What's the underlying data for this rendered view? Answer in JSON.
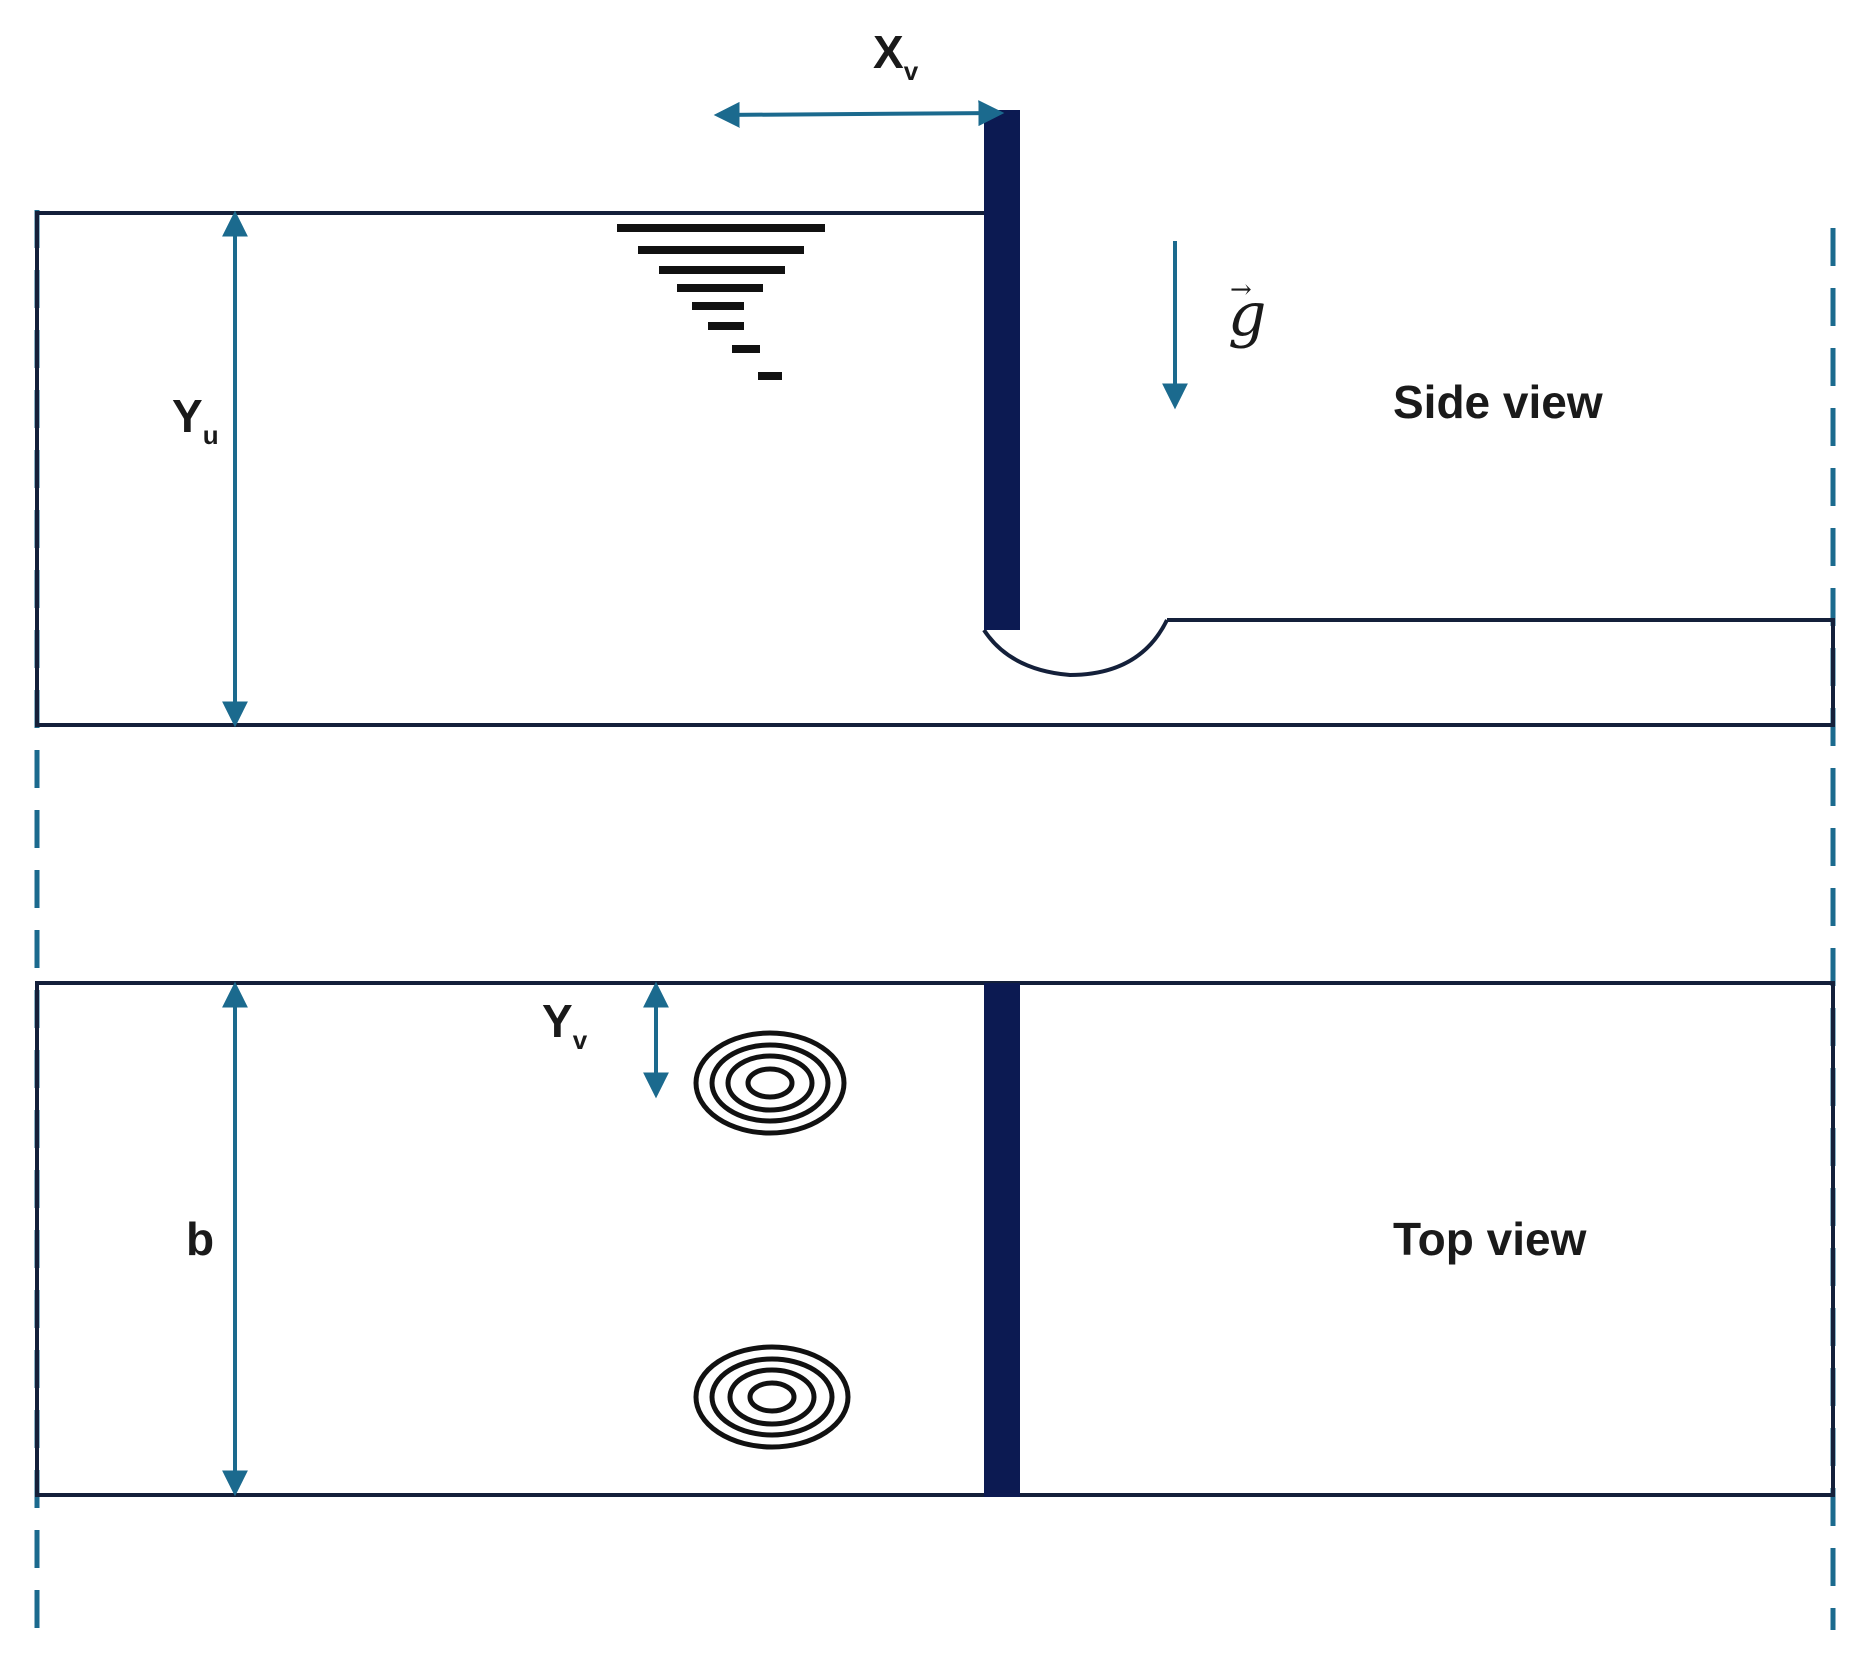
{
  "labels": {
    "xv_main": "X",
    "xv_sub": "v",
    "yu_main": "Y",
    "yu_sub": "u",
    "g_symbol": "g",
    "g_vector_mark": "→",
    "side_view": "Side view",
    "yv_main": "Y",
    "yv_sub": "v",
    "b": "b",
    "top_view": "Top view"
  },
  "colors": {
    "outline": "#14203a",
    "gate": "#0c1a52",
    "arrow": "#1b6a8e",
    "dash": "#1b6a8e",
    "vortex": "#111111",
    "water_symbol": "#111111"
  },
  "icons": {
    "water_surface": "water-surface-symbol",
    "vortex": "concentric-vortex-icon"
  }
}
